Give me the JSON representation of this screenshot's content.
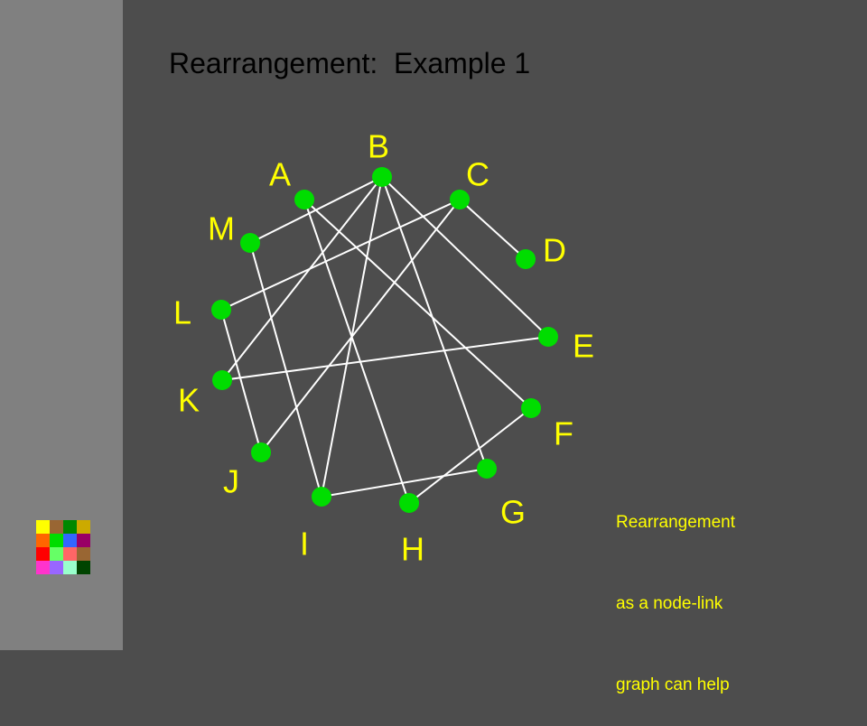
{
  "slide": {
    "title": "Rearrangement:  Example 1",
    "note_lines": [
      "Rearrangement",
      "as a node-link",
      "graph can help"
    ]
  },
  "colors": {
    "background": "#4d4d4d",
    "sidebar": "#808080",
    "node": "#00dd00",
    "edge": "#ffffff",
    "label": "#ffff00",
    "title": "#000000"
  },
  "palette": {
    "swatches": [
      "#ffff00",
      "#996633",
      "#008800",
      "#ccaa00",
      "#ff6600",
      "#00dd00",
      "#3366ff",
      "#990066",
      "#ff0000",
      "#66ff66",
      "#ff6666",
      "#996633",
      "#ff33cc",
      "#9966ff",
      "#99ffcc",
      "#004400"
    ]
  },
  "graph": {
    "nodes": [
      "A",
      "B",
      "C",
      "D",
      "E",
      "F",
      "G",
      "H",
      "I",
      "J",
      "K",
      "L",
      "M"
    ],
    "edges": [
      [
        "B",
        "M"
      ],
      [
        "B",
        "K"
      ],
      [
        "B",
        "I"
      ],
      [
        "B",
        "G"
      ],
      [
        "B",
        "E"
      ],
      [
        "A",
        "H"
      ],
      [
        "A",
        "F"
      ],
      [
        "C",
        "D"
      ],
      [
        "C",
        "L"
      ],
      [
        "C",
        "J"
      ],
      [
        "M",
        "I"
      ],
      [
        "L",
        "J"
      ],
      [
        "K",
        "E"
      ],
      [
        "I",
        "G"
      ],
      [
        "H",
        "F"
      ]
    ]
  }
}
